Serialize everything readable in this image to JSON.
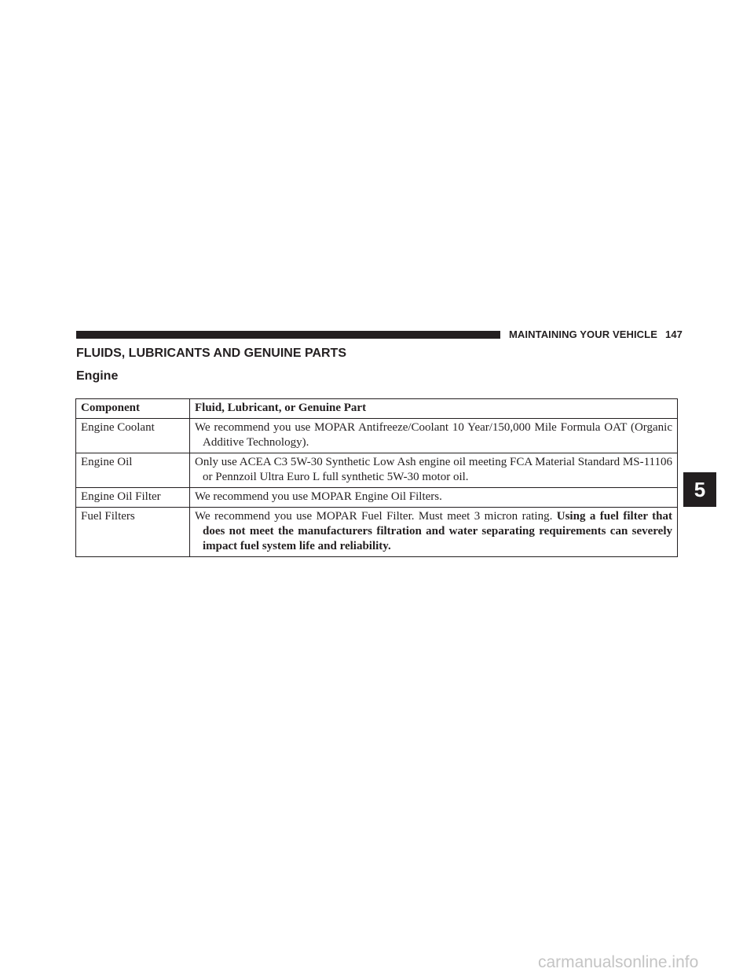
{
  "header": {
    "section": "MAINTAINING YOUR VEHICLE",
    "page_number": "147"
  },
  "title": "FLUIDS, LUBRICANTS AND GENUINE PARTS",
  "subtitle": "Engine",
  "table": {
    "headers": [
      "Component",
      "Fluid, Lubricant, or Genuine Part"
    ],
    "rows": [
      {
        "component": "Engine Coolant",
        "text": "We recommend you use MOPAR Antifreeze/Coolant 10 Year/150,000 Mile Formula OAT (Organic Additive Technology).",
        "warning": ""
      },
      {
        "component": "Engine Oil",
        "text": "Only use ACEA C3 5W-30 Synthetic Low Ash engine oil meeting FCA Material Standard MS-11106 or Pennzoil Ultra Euro L full synthetic 5W-30 motor oil.",
        "warning": ""
      },
      {
        "component": "Engine Oil Filter",
        "text": "We recommend you use MOPAR Engine Oil Filters.",
        "warning": ""
      },
      {
        "component": "Fuel Filters",
        "text": "We recommend you use MOPAR Fuel Filter. Must meet 3 micron rating.",
        "warning": "Using a fuel filter that does not meet the manufacturers filtration and water separating requirements can severely impact fuel system life and reliability."
      }
    ]
  },
  "chapter_tab": "5",
  "watermark": "carmanualsonline.info"
}
